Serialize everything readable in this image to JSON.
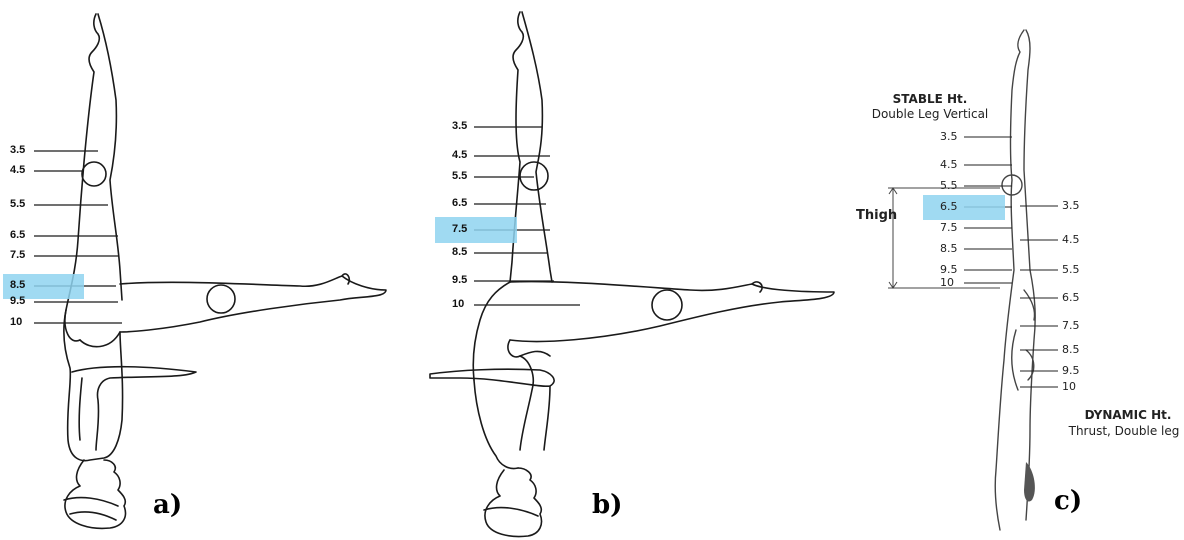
{
  "panel_a": {
    "letter": "a)",
    "ticks": [
      {
        "label": "3.5",
        "highlight": false
      },
      {
        "label": "4.5",
        "highlight": false
      },
      {
        "label": "5.5",
        "highlight": false
      },
      {
        "label": "6.5",
        "highlight": false
      },
      {
        "label": "7.5",
        "highlight": false
      },
      {
        "label": "8.5",
        "highlight": true
      },
      {
        "label": "9.5",
        "highlight": false
      },
      {
        "label": "10",
        "highlight": false
      }
    ]
  },
  "panel_b": {
    "letter": "b)",
    "ticks": [
      {
        "label": "3.5",
        "highlight": false
      },
      {
        "label": "4.5",
        "highlight": false
      },
      {
        "label": "5.5",
        "highlight": false
      },
      {
        "label": "6.5",
        "highlight": false
      },
      {
        "label": "7.5",
        "highlight": true
      },
      {
        "label": "8.5",
        "highlight": false
      },
      {
        "label": "9.5",
        "highlight": false
      },
      {
        "label": "10",
        "highlight": false
      }
    ]
  },
  "panel_c": {
    "letter": "c)",
    "stable_title": "STABLE Ht.",
    "stable_sub": "Double Leg Vertical",
    "dynamic_title": "DYNAMIC Ht.",
    "dynamic_sub": "Thrust, Double leg",
    "thigh_label": "Thigh",
    "left_ticks": [
      {
        "label": "3.5",
        "highlight": false
      },
      {
        "label": "4.5",
        "highlight": false
      },
      {
        "label": "5.5",
        "highlight": false
      },
      {
        "label": "6.5",
        "highlight": true
      },
      {
        "label": "7.5",
        "highlight": false
      },
      {
        "label": "8.5",
        "highlight": false
      },
      {
        "label": "9.5",
        "highlight": false
      },
      {
        "label": "10",
        "highlight": false
      }
    ],
    "right_ticks": [
      "3.5",
      "4.5",
      "5.5",
      "6.5",
      "7.5",
      "8.5",
      "9.5",
      "10"
    ]
  },
  "colors": {
    "highlight": "#8fd3f0",
    "line": "#1a1a1a",
    "figure_fill": "#ffffff",
    "head_shadow": "#555555"
  }
}
